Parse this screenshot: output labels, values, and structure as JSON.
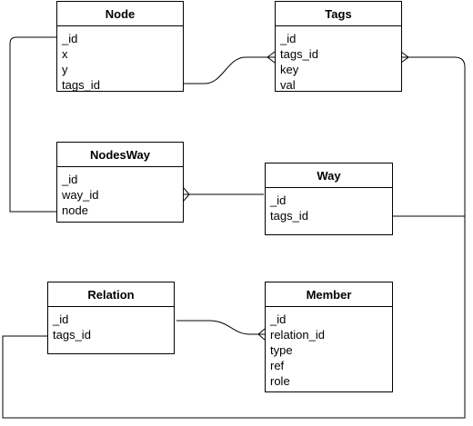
{
  "tables": {
    "node": {
      "title": "Node",
      "fields": [
        "_id",
        "x",
        "y",
        "tags_id"
      ]
    },
    "tags": {
      "title": "Tags",
      "fields": [
        "_id",
        "tags_id",
        "key",
        "val"
      ]
    },
    "nodesway": {
      "title": "NodesWay",
      "fields": [
        "_id",
        "way_id",
        "node"
      ]
    },
    "way": {
      "title": "Way",
      "fields": [
        "_id",
        "tags_id"
      ]
    },
    "relation": {
      "title": "Relation",
      "fields": [
        "_id",
        "tags_id"
      ]
    },
    "member": {
      "title": "Member",
      "fields": [
        "_id",
        "relation_id",
        "type",
        "ref",
        "role"
      ]
    }
  },
  "relationships": [
    {
      "from": "Node.tags_id",
      "to": "Tags",
      "cardinality": "one-to-many"
    },
    {
      "from": "Node",
      "to": "NodesWay.node",
      "cardinality": "one-to-one"
    },
    {
      "from": "Way",
      "to": "NodesWay",
      "cardinality": "one-to-many"
    },
    {
      "from": "Way.tags_id",
      "to": "Tags",
      "cardinality": "one-to-many"
    },
    {
      "from": "Relation.tags_id",
      "to": "Tags",
      "cardinality": "one-to-many"
    },
    {
      "from": "Relation._id",
      "to": "Member.relation_id",
      "cardinality": "one-to-many"
    }
  ]
}
